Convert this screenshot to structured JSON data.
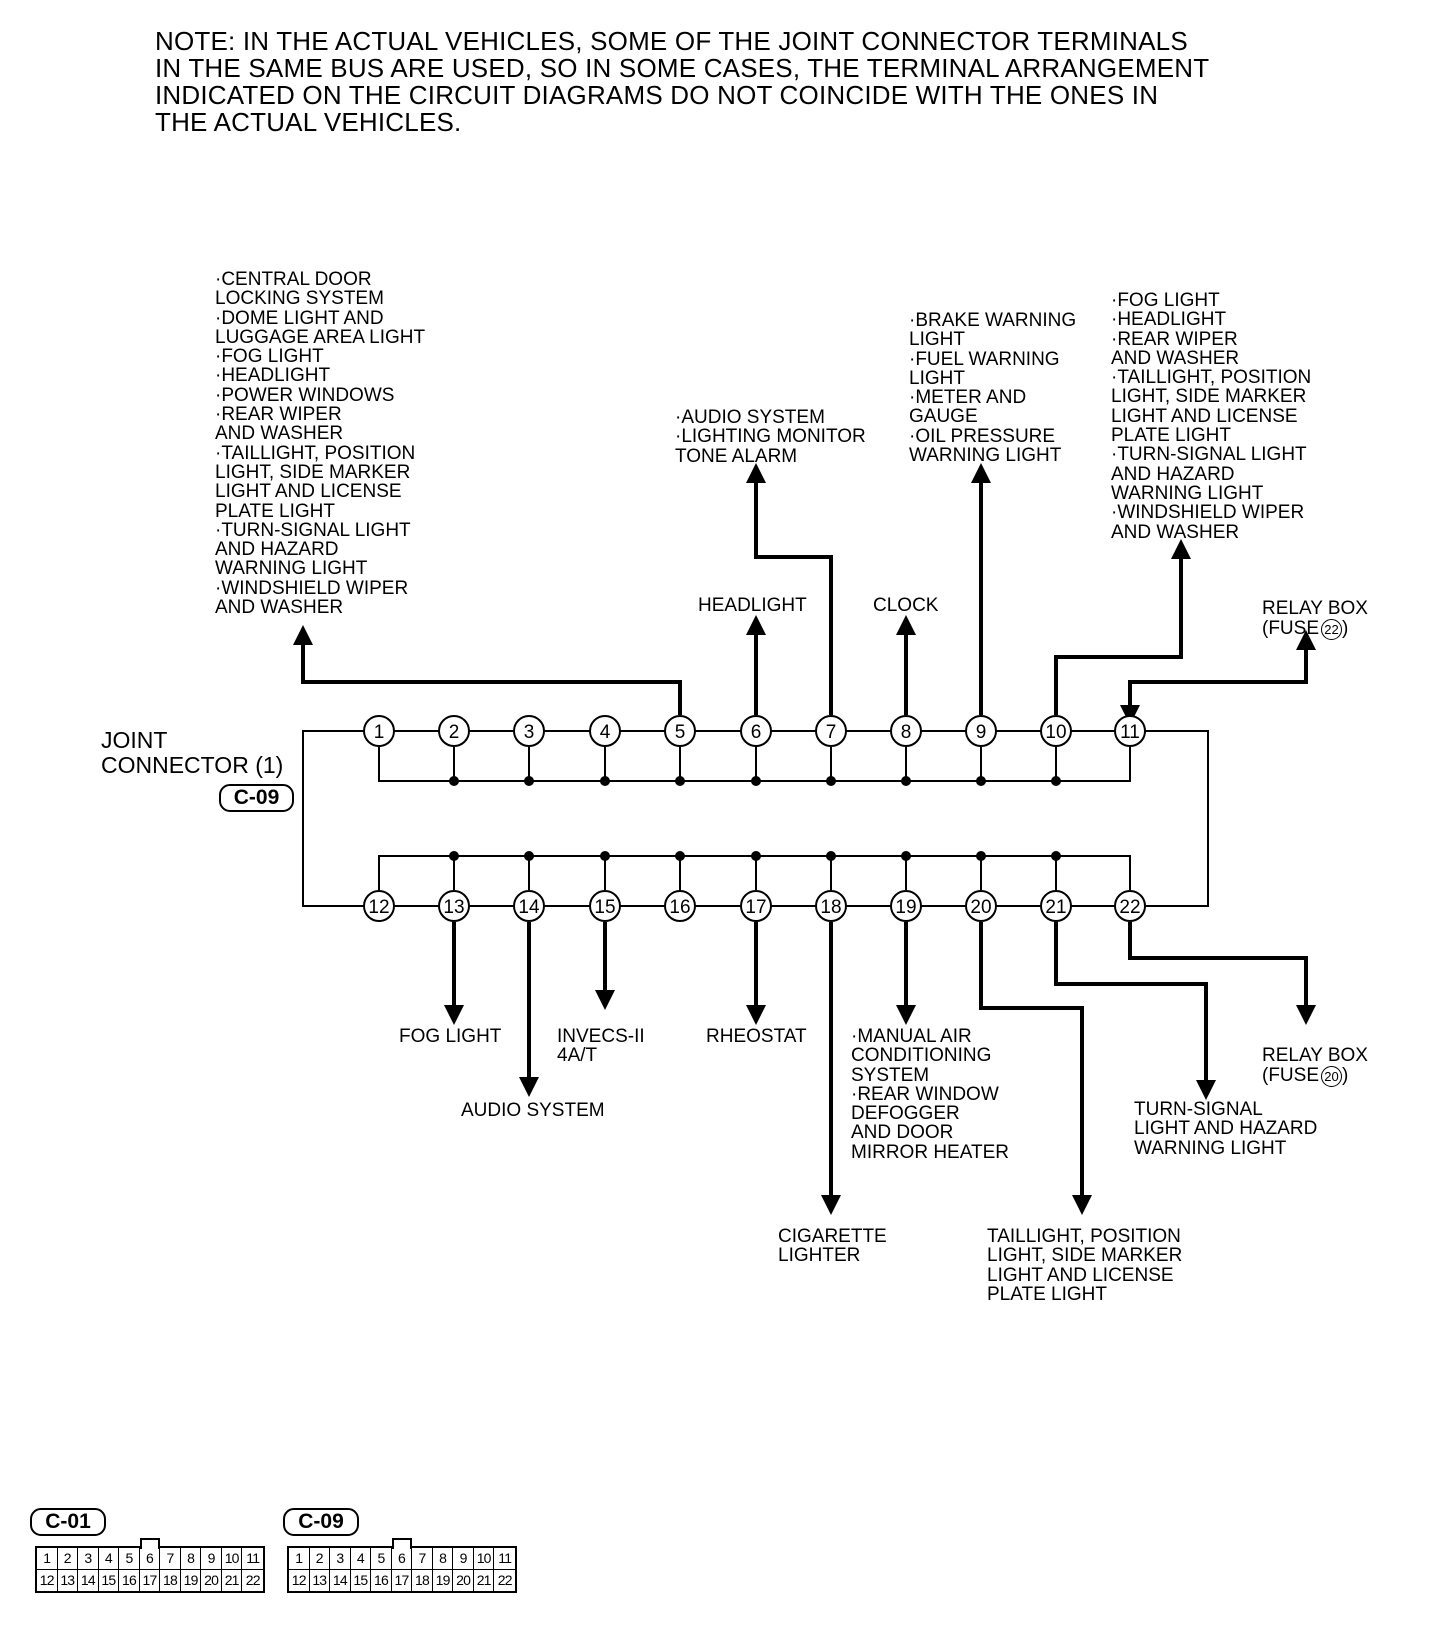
{
  "note": "NOTE: IN THE ACTUAL VEHICLES, SOME OF THE JOINT CONNECTOR TERMINALS\nIN THE SAME BUS ARE USED, SO IN SOME CASES, THE TERMINAL ARRANGEMENT\nINDICATED ON THE CIRCUIT DIAGRAMS DO NOT COINCIDE WITH THE ONES IN\nTHE ACTUAL VEHICLES.",
  "connector": {
    "name": "JOINT\nCONNECTOR (1)",
    "code": "C-09"
  },
  "terminals_top": [
    "1",
    "2",
    "3",
    "4",
    "5",
    "6",
    "7",
    "8",
    "9",
    "10",
    "11"
  ],
  "terminals_bottom": [
    "12",
    "13",
    "14",
    "15",
    "16",
    "17",
    "18",
    "19",
    "20",
    "21",
    "22"
  ],
  "labels": {
    "t5": "·CENTRAL DOOR\n LOCKING SYSTEM\n·DOME LIGHT AND\n LUGGAGE AREA LIGHT\n·FOG LIGHT\n·HEADLIGHT\n·POWER WINDOWS\n·REAR WIPER\n AND WASHER\n·TAILLIGHT, POSITION\n LIGHT, SIDE MARKER\n LIGHT AND LICENSE\n PLATE LIGHT\n·TURN-SIGNAL LIGHT\n AND HAZARD\n WARNING LIGHT\n·WINDSHIELD WIPER\n AND WASHER",
    "t7": "·AUDIO SYSTEM\n·LIGHTING MONITOR\n TONE ALARM",
    "t6": "HEADLIGHT",
    "t8": "CLOCK",
    "t9": "·BRAKE WARNING\n LIGHT\n·FUEL WARNING\n LIGHT\n·METER AND\n GAUGE\n·OIL PRESSURE\n WARNING LIGHT",
    "t10": "·FOG LIGHT\n·HEADLIGHT\n·REAR WIPER\n AND WASHER\n·TAILLIGHT, POSITION\n LIGHT, SIDE MARKER\n LIGHT AND LICENSE\n PLATE LIGHT\n·TURN-SIGNAL LIGHT\n AND HAZARD\n WARNING LIGHT\n·WINDSHIELD WIPER\n AND WASHER",
    "t11": "RELAY BOX\n(FUSE",
    "t11_fuse": "22",
    "t13": "FOG LIGHT",
    "t14": "AUDIO SYSTEM",
    "t15": "INVECS-II\n4A/T",
    "t17": "RHEOSTAT",
    "t18": "CIGARETTE\nLIGHTER",
    "t19": "·MANUAL AIR\n CONDITIONING\n SYSTEM\n·REAR WINDOW\n DEFOGGER\n AND DOOR\n MIRROR HEATER",
    "t20": "TAILLIGHT, POSITION\nLIGHT, SIDE MARKER\nLIGHT AND LICENSE\nPLATE LIGHT",
    "t21": "TURN-SIGNAL\nLIGHT AND HAZARD\nWARNING LIGHT",
    "t22": "RELAY BOX\n(FUSE",
    "t22_fuse": "20",
    "paren": ")"
  },
  "connector_views": [
    {
      "code": "C-01",
      "pins_top": [
        "1",
        "2",
        "3",
        "4",
        "5",
        "6",
        "7",
        "8",
        "9",
        "10",
        "11"
      ],
      "pins_bottom": [
        "12",
        "13",
        "14",
        "15",
        "16",
        "17",
        "18",
        "19",
        "20",
        "21",
        "22"
      ]
    },
    {
      "code": "C-09",
      "pins_top": [
        "1",
        "2",
        "3",
        "4",
        "5",
        "6",
        "7",
        "8",
        "9",
        "10",
        "11"
      ],
      "pins_bottom": [
        "12",
        "13",
        "14",
        "15",
        "16",
        "17",
        "18",
        "19",
        "20",
        "21",
        "22"
      ]
    }
  ]
}
